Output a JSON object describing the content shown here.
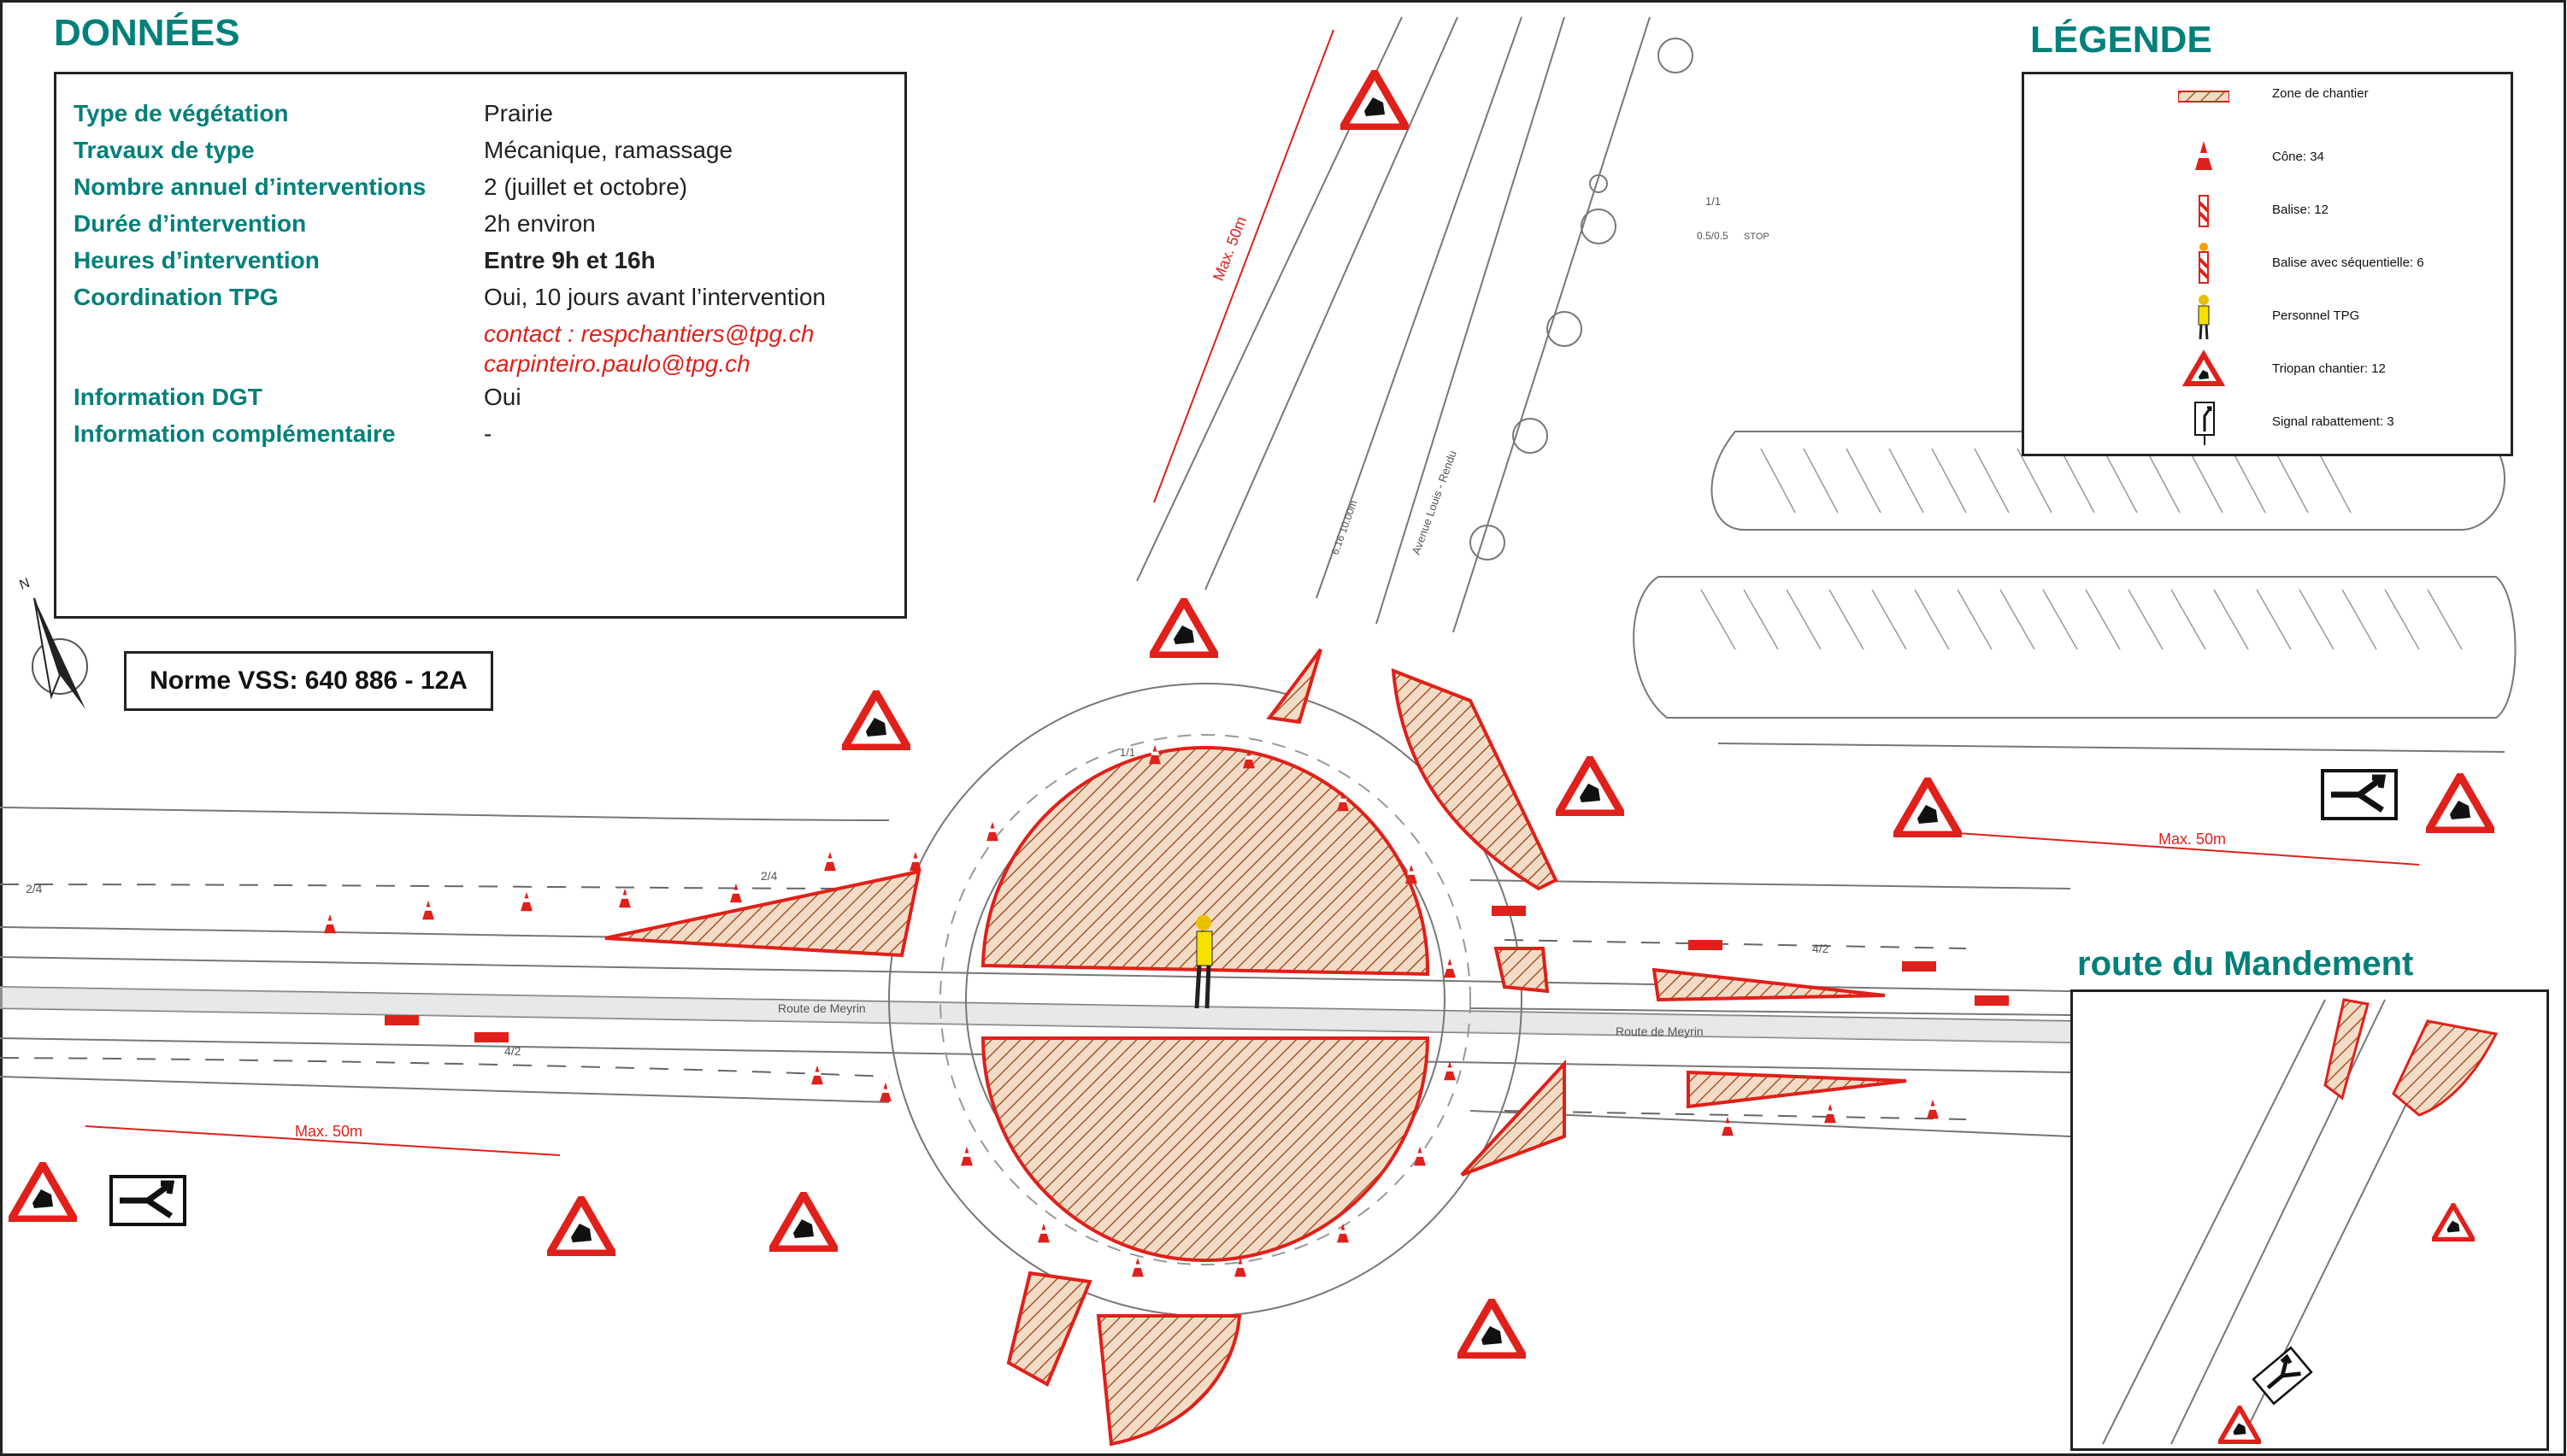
{
  "donnees": {
    "title": "DONNÉES",
    "rows": [
      {
        "label": "Type de végétation",
        "value": "Prairie"
      },
      {
        "label": "Travaux de type",
        "value": "Mécanique, ramassage"
      },
      {
        "label": "Nombre annuel d’interventions",
        "value": "2 (juillet et octobre)"
      },
      {
        "label": "Durée d’intervention",
        "value": "2h environ"
      },
      {
        "label": "Heures d’intervention",
        "value": "Entre 9h et 16h"
      },
      {
        "label": "Coordination TPG",
        "value": "Oui, 10 jours avant l’intervention"
      },
      {
        "label": "Information DGT",
        "value": "Oui"
      },
      {
        "label": "Information complémentaire",
        "value": "-"
      }
    ],
    "contact_line1": "contact : respchantiers@tpg.ch",
    "contact_line2": "carpinteiro.paulo@tpg.ch"
  },
  "norme": "Norme VSS: 640 886 - 12A",
  "legende": {
    "title": "LÉGENDE",
    "items": [
      {
        "icon": "hatched-zone-icon",
        "label": "Zone de chantier"
      },
      {
        "icon": "cone-icon",
        "label": "Cône: 34"
      },
      {
        "icon": "balise-icon",
        "label": "Balise: 12"
      },
      {
        "icon": "balise-sequential-icon",
        "label": "Balise avec séquentielle: 6"
      },
      {
        "icon": "tpg-staff-icon",
        "label": "Personnel TPG"
      },
      {
        "icon": "triopan-icon",
        "label": "Triopan chantier: 12"
      },
      {
        "icon": "lane-merge-sign-icon",
        "label": "Signal rabattement: 3"
      }
    ]
  },
  "inset": {
    "title": "route du Mandement"
  },
  "map_labels": {
    "route_meyrin": "Route de Meyrin",
    "avenue": "Avenue Louis - Rendu",
    "max_50m": "Max. 50m",
    "lane_2_4": "2/4",
    "lane_4_2": "4/2",
    "lane_1_1": "1/1",
    "dim_0_5": "0.5/0.5",
    "dim_6_16": "6.16 10.00m",
    "stop": "STOP",
    "north": "N"
  },
  "colors": {
    "teal": "#00807a",
    "red": "#e0201a",
    "hatch": "#c8794a",
    "hatch_bg": "#f2dcc6"
  }
}
